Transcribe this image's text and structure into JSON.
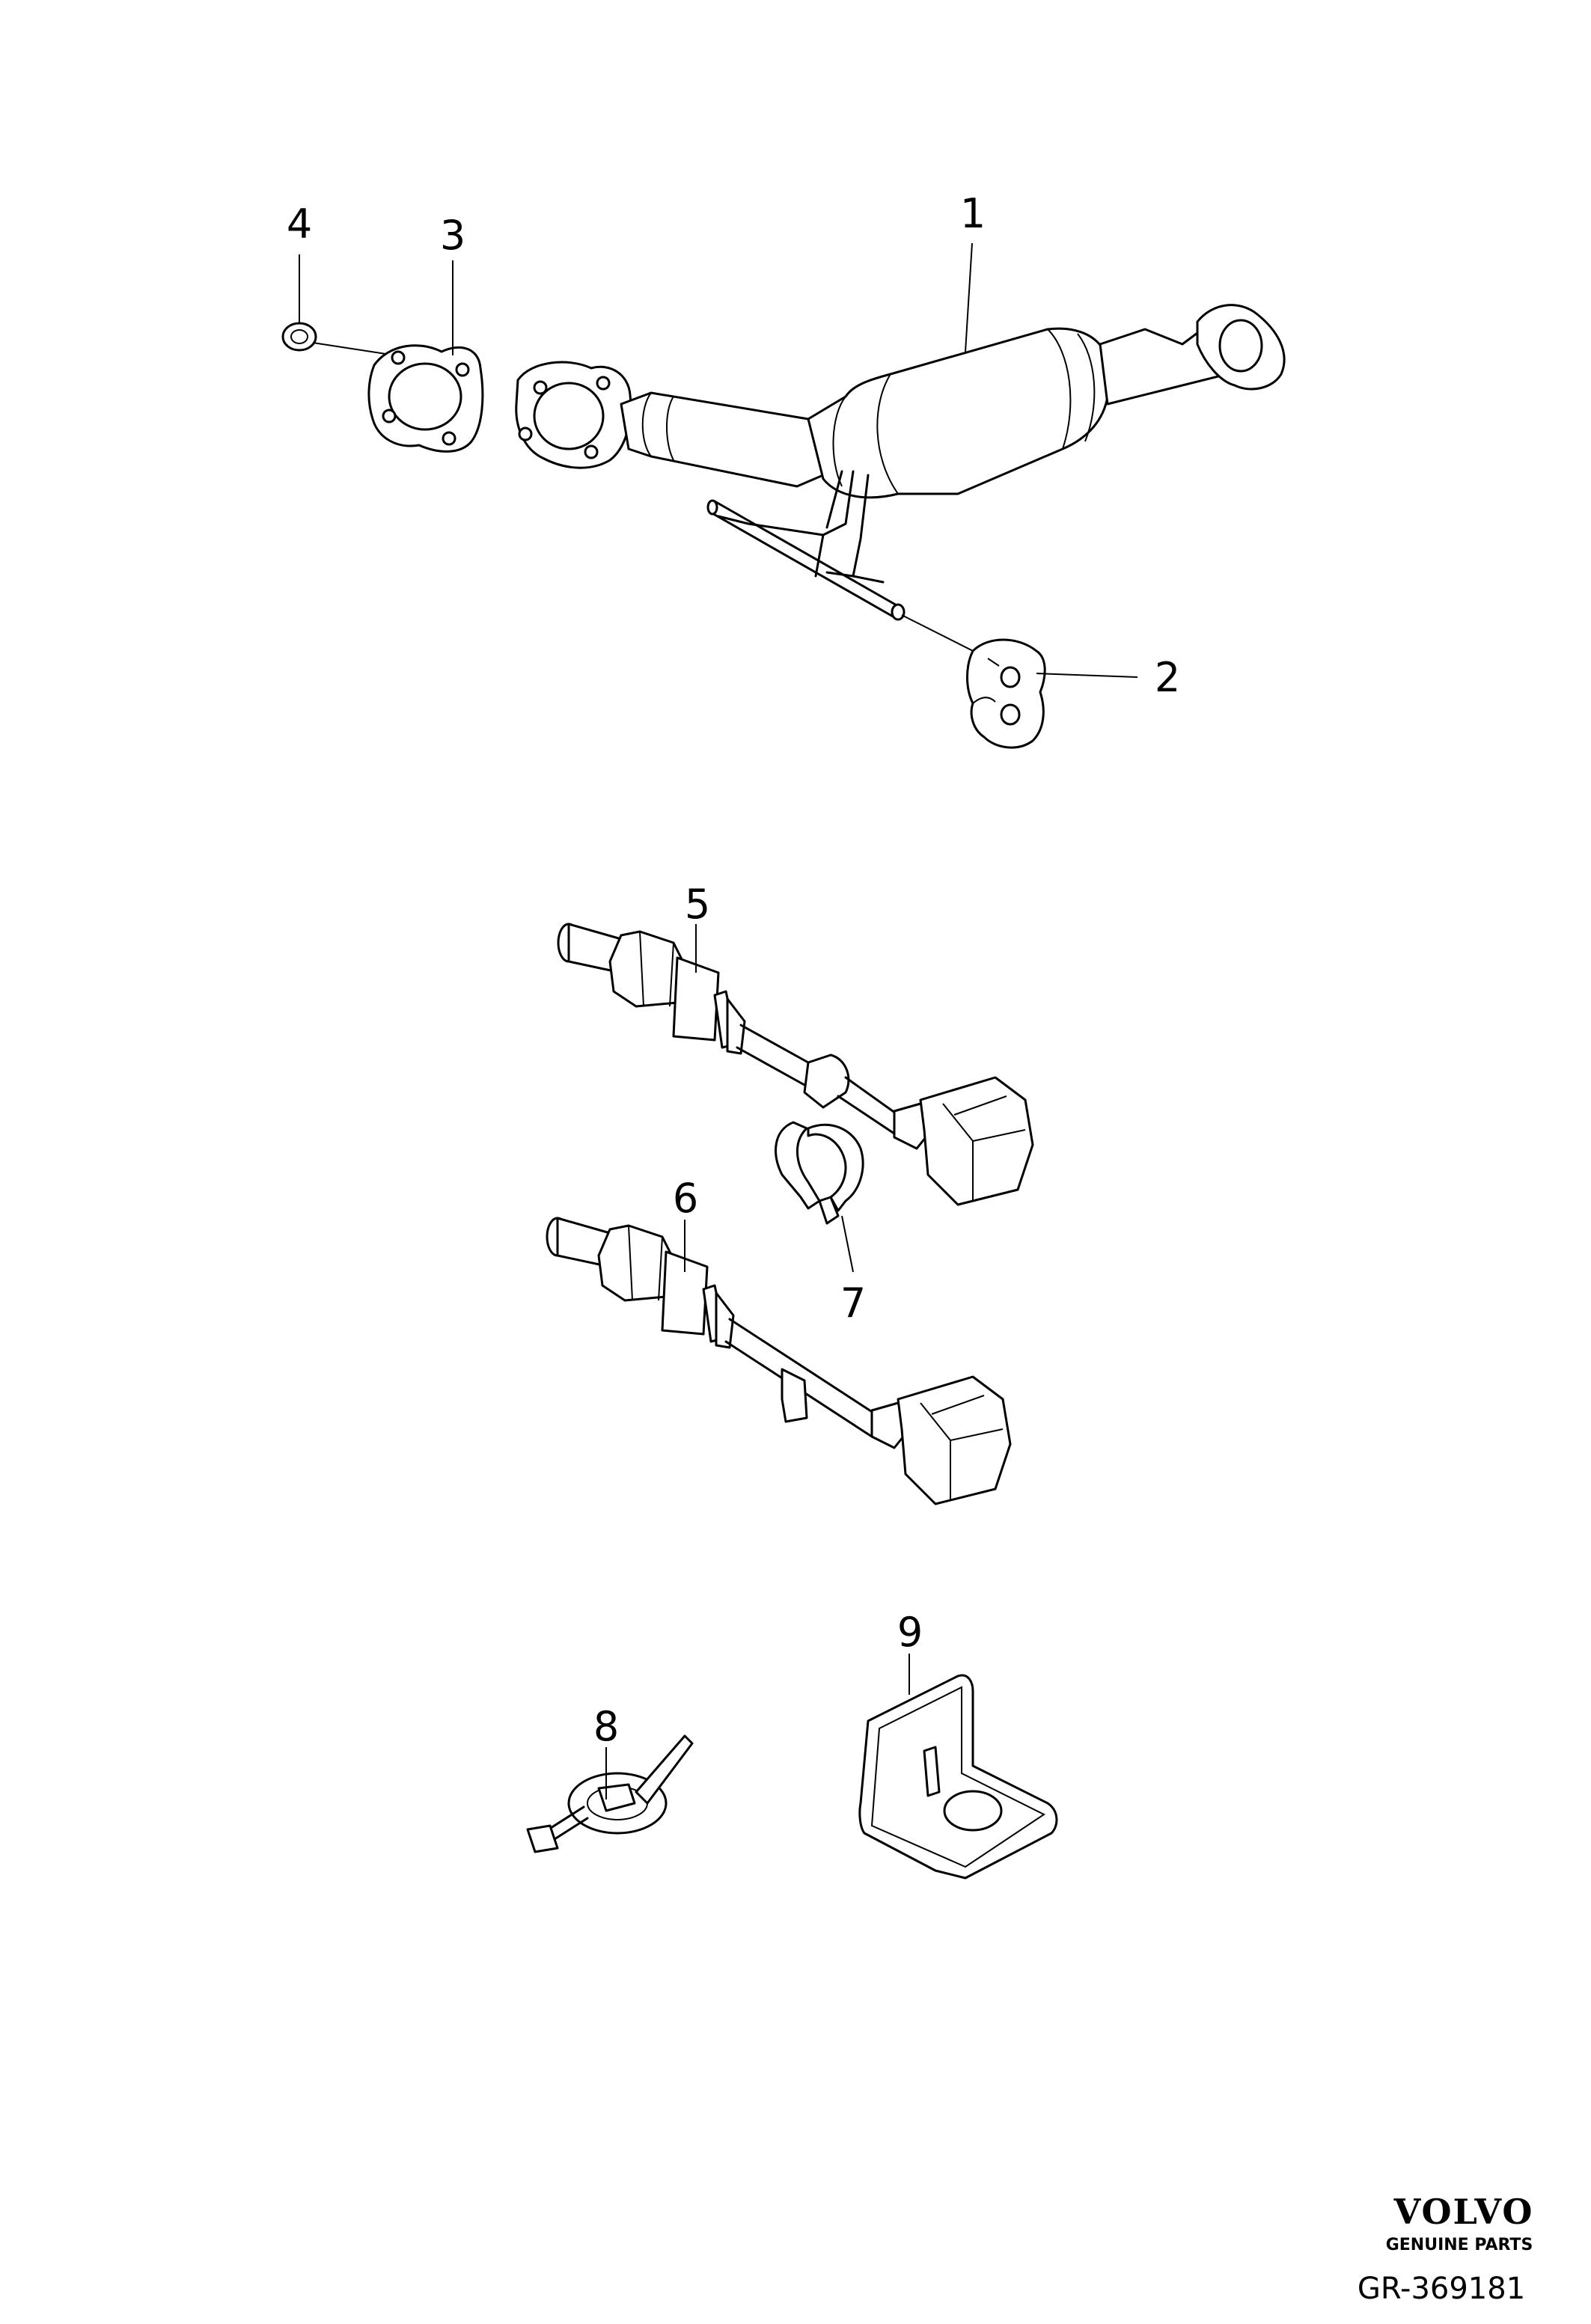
{
  "callouts": [
    {
      "id": "1",
      "label": "1"
    },
    {
      "id": "2",
      "label": "2"
    },
    {
      "id": "3",
      "label": "3"
    },
    {
      "id": "4",
      "label": "4"
    },
    {
      "id": "5",
      "label": "5"
    },
    {
      "id": "6",
      "label": "6"
    },
    {
      "id": "7",
      "label": "7"
    },
    {
      "id": "8",
      "label": "8"
    },
    {
      "id": "9",
      "label": "9"
    }
  ],
  "branding": {
    "logo_text": "VOLVO",
    "tagline": "GENUINE PARTS",
    "ref_code": "GR-369181"
  }
}
